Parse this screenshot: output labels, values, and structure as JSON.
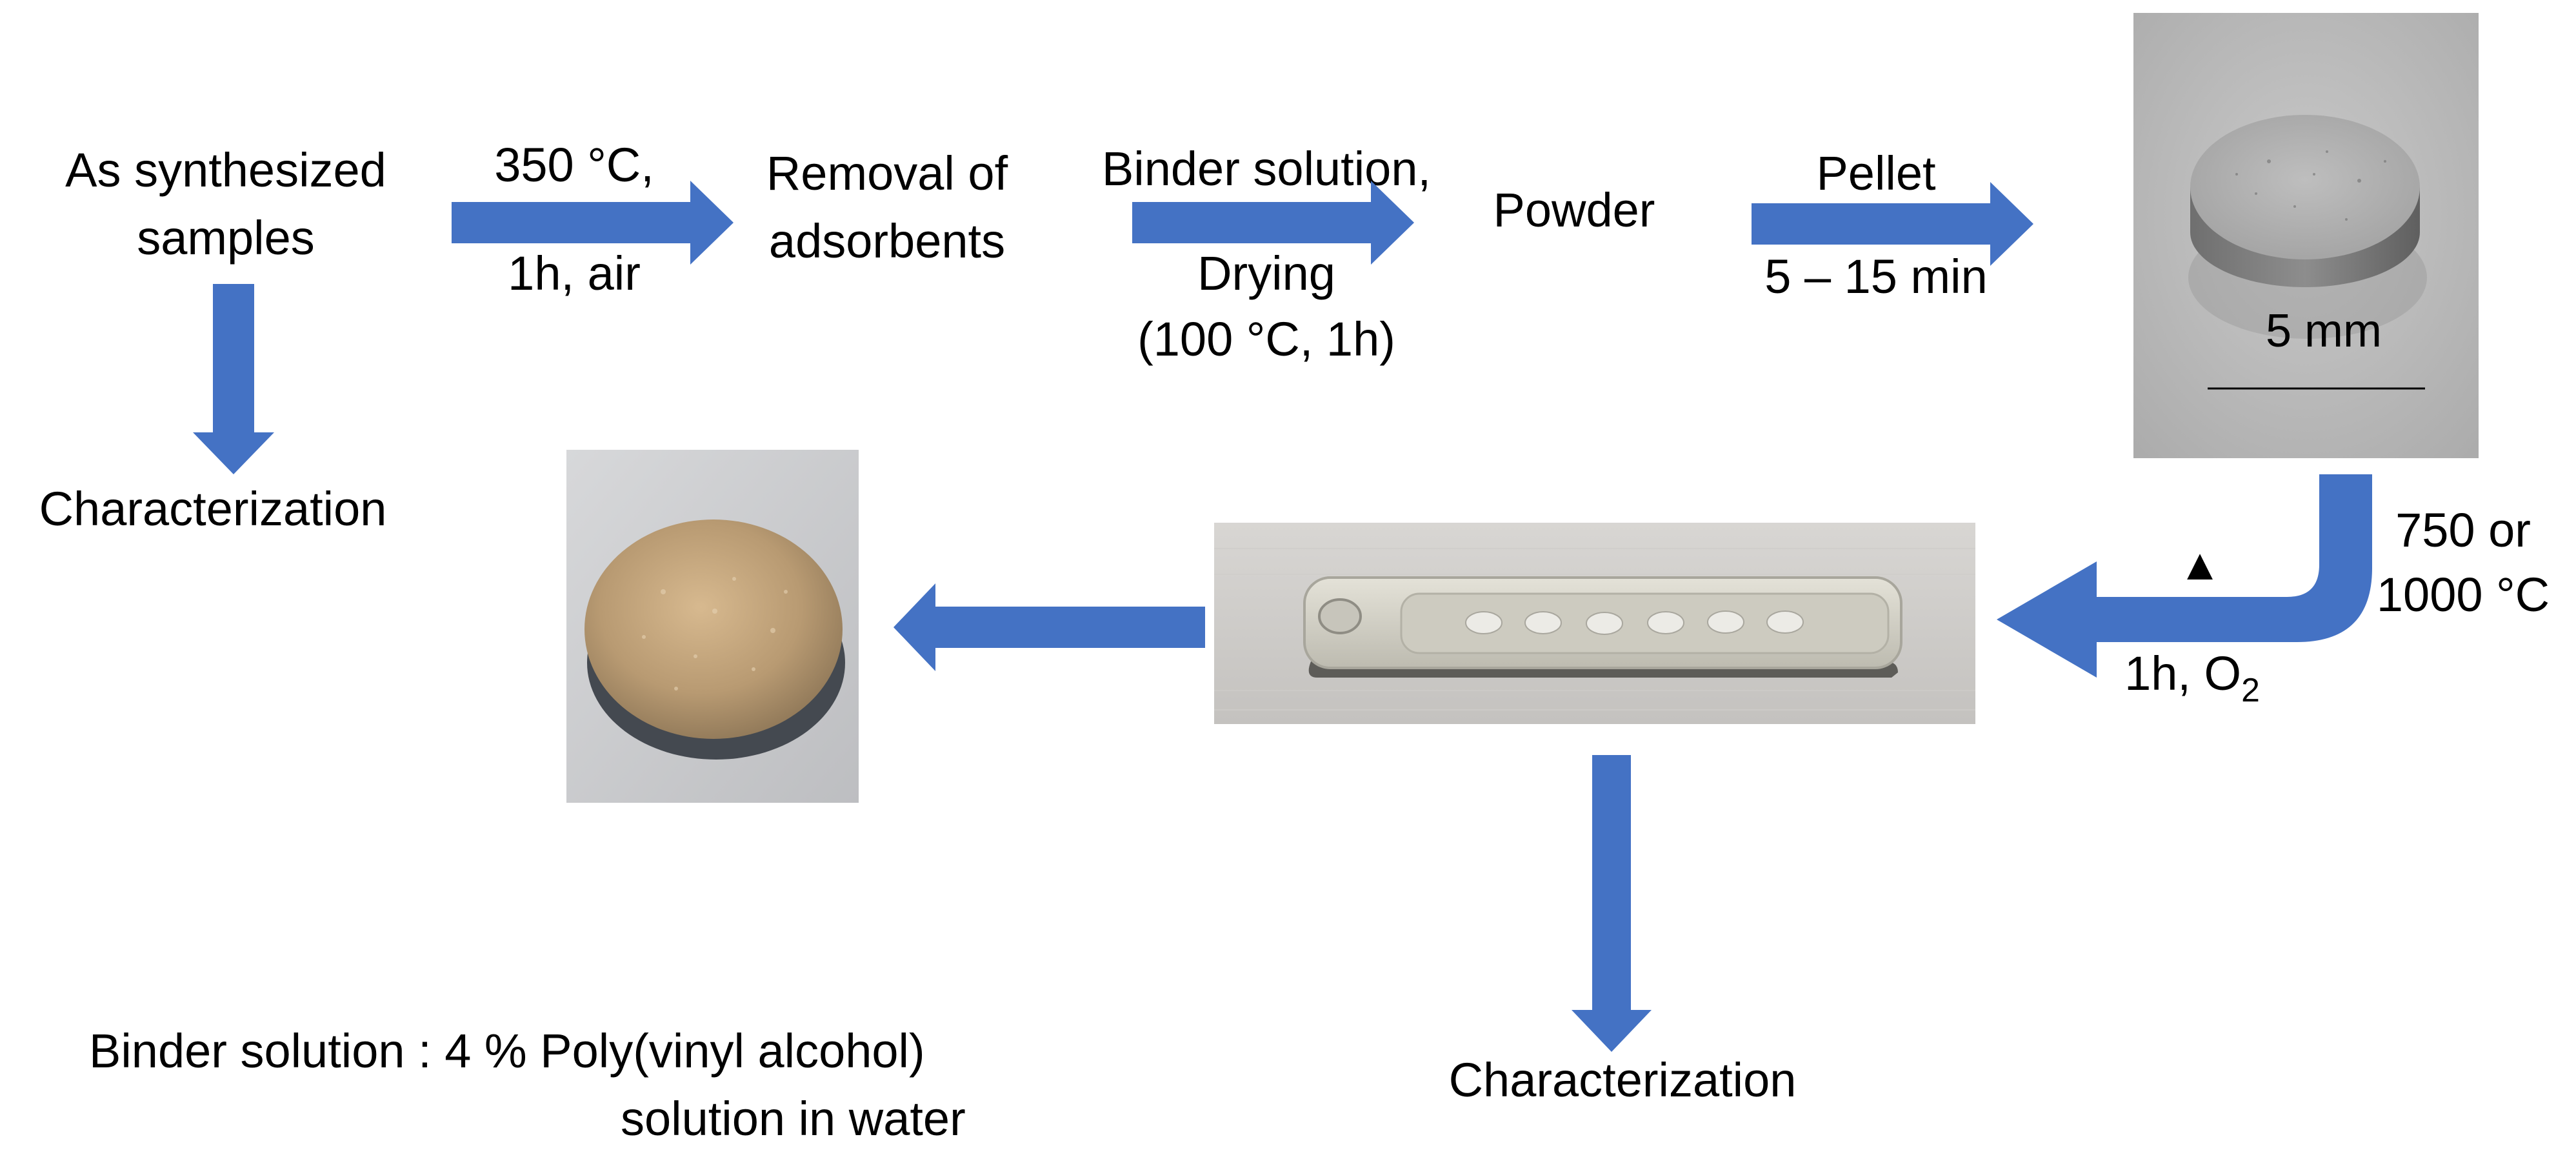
{
  "colors": {
    "arrow": "#4472C4",
    "text": "#000000",
    "background": "#ffffff"
  },
  "steps": {
    "start": [
      "As synthesized",
      "samples"
    ],
    "step1_conditions": [
      "350 °C,",
      "1h, air"
    ],
    "step1_result": [
      "Removal of",
      "adsorbents"
    ],
    "step2_conditions_top": "Binder solution,",
    "step2_conditions_bottom": [
      "Drying",
      "(100 °C, 1h)"
    ],
    "step2_result": "Powder",
    "step3_conditions": [
      "Pellet",
      "5 – 15 min"
    ],
    "scale_bar_label": "5 mm",
    "step4_conditions": [
      "750 or",
      "1000 °C"
    ],
    "step4_atmosphere_main": "1h, O",
    "step4_atmosphere_sub": "2",
    "heat_symbol": "▲",
    "characterization_top": "Characterization",
    "characterization_bottom": "Characterization"
  },
  "note": [
    "Binder solution : 4 % Poly(vinyl alcohol)",
    "solution in water"
  ],
  "photos": {
    "pellet_photo": "grey-pellet",
    "boat_photo": "alumina-boat-with-pellets",
    "final_pellet_photo": "gold-coated-pellet"
  }
}
